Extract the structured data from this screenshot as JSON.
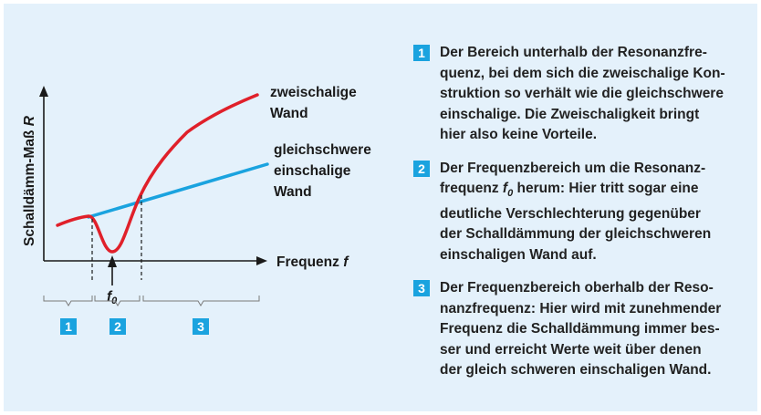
{
  "colors": {
    "background": "#e4f1fb",
    "double_wall_curve": "#e0202a",
    "single_wall_line": "#1aa3df",
    "badge": "#1aa3df",
    "axis": "#1a1a1a"
  },
  "diagram": {
    "y_axis_label": "Schalldämm-Maß R",
    "x_axis_label": "Frequenz f",
    "curve_double_label": [
      "zweischalige",
      "Wand"
    ],
    "curve_single_label": [
      "gleichschwere",
      "einschalige",
      "Wand"
    ],
    "resonance_label": "f",
    "resonance_subscript": "0",
    "region_numbers": [
      "1",
      "2",
      "3"
    ]
  },
  "items": [
    {
      "number": "1",
      "lines": [
        "Der Bereich unterhalb der Resonanzfre-",
        "quenz, bei dem sich die zweischalige Kon-",
        "struktion so verhält wie die gleichschwere",
        "einschalige. Die Zweischaligkeit bringt",
        "hier also keine Vorteile."
      ]
    },
    {
      "number": "2",
      "lines": [
        "Der Frequenzbereich um die Resonanz-",
        "frequenz f0 herum: Hier tritt sogar eine",
        "deutliche Verschlechterung gegenüber",
        "der Schalldämmung der gleichschweren",
        "einschaligen Wand auf."
      ]
    },
    {
      "number": "3",
      "lines": [
        "Der Frequenzbereich oberhalb der Reso-",
        "nanzfrequenz: Hier wird mit zunehmender",
        "Frequenz die Schalldämmung immer bes-",
        "ser und erreicht Werte weit über denen",
        "der gleich schweren einschaligen Wand."
      ]
    }
  ]
}
